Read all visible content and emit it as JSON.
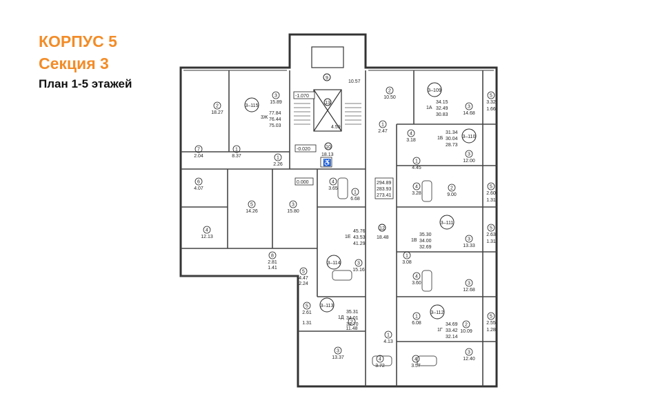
{
  "header": {
    "building": "КОРПУС 5",
    "section": "Секция 3",
    "floors": "План 1-5 этажей"
  },
  "colors": {
    "accent": "#f28c28",
    "wall": "#333333",
    "text": "#111111"
  },
  "plan": {
    "apartments": [
      {
        "id": "3–115",
        "type": "3Ж",
        "areas": [
          "77.84",
          "76.44",
          "75.03"
        ]
      },
      {
        "id": "3–109",
        "type": "1А",
        "areas": [
          "34.15",
          "32.49",
          "30.83"
        ]
      },
      {
        "id": "3–110",
        "type": "1Б",
        "areas": [
          "31.34",
          "30.04",
          "28.73"
        ]
      },
      {
        "id": "3–111",
        "type": "1В",
        "areas": [
          "35.30",
          "34.00",
          "32.69"
        ]
      },
      {
        "id": "3–112",
        "type": "1Г",
        "areas": [
          "34.69",
          "33.42",
          "32.14"
        ]
      },
      {
        "id": "3–113",
        "type": "1Д",
        "areas": [
          "35.31",
          "34.01",
          "32.70"
        ]
      },
      {
        "id": "3–114",
        "type": "1Е",
        "areas": [
          "45.76",
          "43.53",
          "41.29"
        ]
      }
    ],
    "common": [
      {
        "num": "9",
        "area": "10.57"
      },
      {
        "num": "10",
        "area": "18.13"
      },
      {
        "num": "12",
        "area": "18.48"
      },
      {
        "num": "13",
        "area": "4.59"
      }
    ],
    "section_total": [
      "294.89",
      "283.93",
      "273.41"
    ],
    "levels": [
      "-1.070",
      "-0.020",
      "0.000"
    ],
    "rooms": [
      {
        "num": "2",
        "area": "18.27"
      },
      {
        "num": "3",
        "area": "15.89"
      },
      {
        "num": "1",
        "area": "8.37"
      },
      {
        "num": "1",
        "area": "2.26"
      },
      {
        "num": "7",
        "area": "2.04"
      },
      {
        "num": "6",
        "area": "4.07"
      },
      {
        "num": "4",
        "area": "12.13"
      },
      {
        "num": "5",
        "area": "14.26"
      },
      {
        "num": "3",
        "area": "15.80"
      },
      {
        "num": "8",
        "area": "2.81"
      },
      {
        "num": "",
        "area": "1.41"
      },
      {
        "num": "5",
        "area": "4.47"
      },
      {
        "num": "",
        "area": "2.24"
      },
      {
        "num": "4",
        "area": "3.65"
      },
      {
        "num": "1",
        "area": "6.68"
      },
      {
        "num": "3",
        "area": "15.16"
      },
      {
        "num": "2",
        "area": "10.50"
      },
      {
        "num": "3",
        "area": "14.68"
      },
      {
        "num": "5",
        "area": "3.32"
      },
      {
        "num": "",
        "area": "1.66"
      },
      {
        "num": "1",
        "area": "2.47"
      },
      {
        "num": "4",
        "area": "3.18"
      },
      {
        "num": "3",
        "area": "12.00"
      },
      {
        "num": "1",
        "area": "4.45"
      },
      {
        "num": "4",
        "area": "3.28"
      },
      {
        "num": "2",
        "area": "9.00"
      },
      {
        "num": "5",
        "area": "2.60"
      },
      {
        "num": "",
        "area": "1.31"
      },
      {
        "num": "3",
        "area": "13.33"
      },
      {
        "num": "5",
        "area": "2.63"
      },
      {
        "num": "",
        "area": "1.31"
      },
      {
        "num": "1",
        "area": "3.08"
      },
      {
        "num": "4",
        "area": "3.60"
      },
      {
        "num": "3",
        "area": "12.68"
      },
      {
        "num": "2",
        "area": "11.48"
      },
      {
        "num": "5",
        "area": "2.61"
      },
      {
        "num": "",
        "area": "1.31"
      },
      {
        "num": "1",
        "area": "4.13"
      },
      {
        "num": "1",
        "area": "6.08"
      },
      {
        "num": "2",
        "area": "10.09"
      },
      {
        "num": "5",
        "area": "2.55"
      },
      {
        "num": "",
        "area": "1.28"
      },
      {
        "num": "3",
        "area": "13.37"
      },
      {
        "num": "4",
        "area": "3.72"
      },
      {
        "num": "4",
        "area": "3.57"
      },
      {
        "num": "3",
        "area": "12.40"
      }
    ]
  }
}
